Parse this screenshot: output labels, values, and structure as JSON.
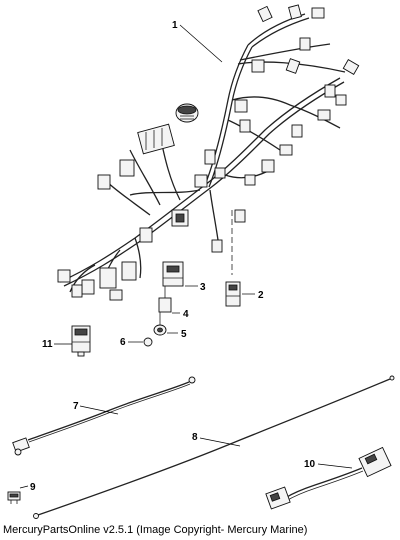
{
  "footer": {
    "text": "MercuryPartsOnline v2.5.1 (Image Copyright- Mercury Marine)"
  },
  "callouts": [
    "1",
    "2",
    "3",
    "4",
    "5",
    "6",
    "7",
    "8",
    "9",
    "10",
    "11"
  ]
}
